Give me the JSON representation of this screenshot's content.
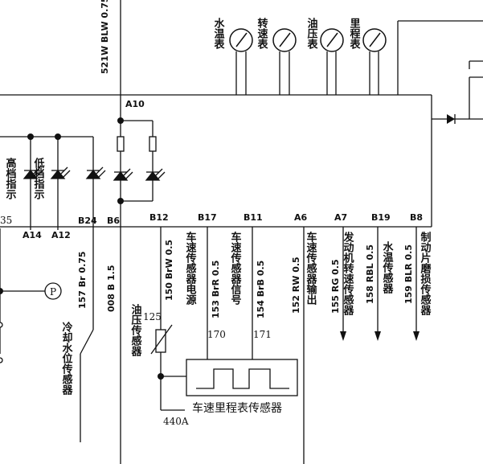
{
  "top_wire_label": "521W BLW 0.75",
  "gauges": [
    {
      "id": "water-temp",
      "label": "水温表"
    },
    {
      "id": "tacho",
      "label": "转速表"
    },
    {
      "id": "oil-pressure",
      "label": "油压表"
    },
    {
      "id": "odometer",
      "label": "里程表"
    }
  ],
  "connector_top": "A10",
  "pins": [
    "A14",
    "A12",
    "B24",
    "B6",
    "B12",
    "B17",
    "B11",
    "A6",
    "A7",
    "B19",
    "B8"
  ],
  "pin_partial": "35",
  "indicators": {
    "high_gear": "高档指示",
    "low_gear": "低档指示"
  },
  "wires": [
    {
      "id": "157",
      "text": "157 Br 0.75"
    },
    {
      "id": "008",
      "text": "008 B 1.5"
    },
    {
      "id": "150",
      "text": "150 BrW 0.5"
    },
    {
      "id": "153",
      "text": "153 BrR 0.5"
    },
    {
      "id": "154",
      "text": "154 BrB 0.5"
    },
    {
      "id": "152",
      "text": "152 RW 0.5"
    },
    {
      "id": "155",
      "text": "155 RG 0.5"
    },
    {
      "id": "158",
      "text": "158 RBL 0.5"
    },
    {
      "id": "159",
      "text": "159 BLR 0.5"
    }
  ],
  "sensors": {
    "coolant_level": "冷却水位传感器",
    "oil_pressure": "油压传感器",
    "speed_power": "车速传感器电源",
    "speed_signal": "车速传感器信号",
    "speed_output": "车速传感器输出",
    "engine_speed": "发动机转速传感器",
    "water_temp": "水温传感器",
    "brake_wear": "制动片磨损传感器",
    "odometer_sensor": "车速里程表传感器"
  },
  "numbers": {
    "n125": "125",
    "n170": "170",
    "n171": "171",
    "n440A": "440A"
  },
  "pressure_symbol": "P"
}
